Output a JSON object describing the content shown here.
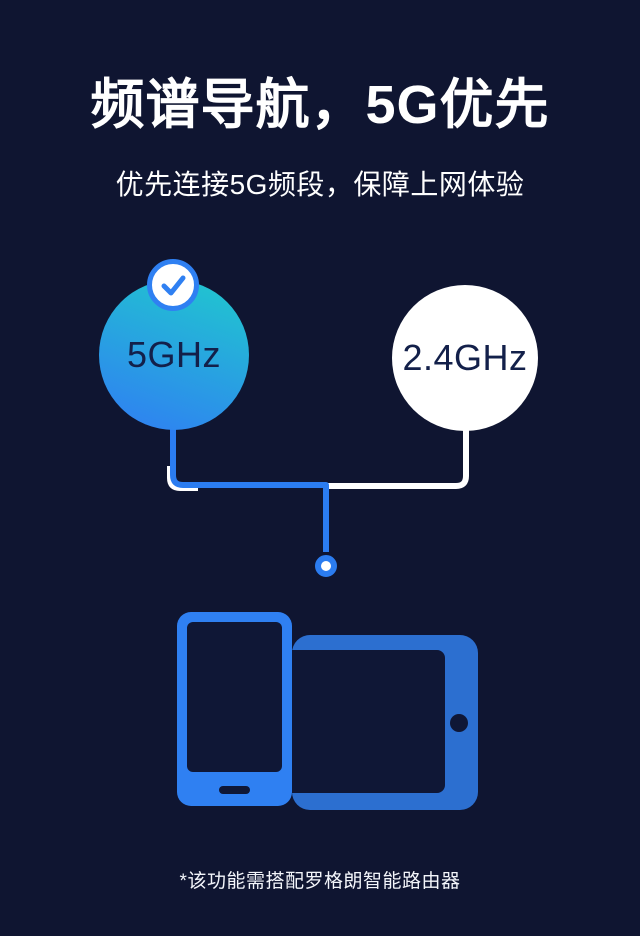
{
  "header": {
    "title": "频谱导航，5G优先",
    "subtitle": "优先连接5G频段，保障上网体验"
  },
  "diagram": {
    "selected_band": {
      "label": "5GHz",
      "selected": true,
      "badge_icon": "check-icon",
      "gradient_top": "#20C8CE",
      "gradient_bottom": "#2F80F2",
      "text_color": "#13204A"
    },
    "alt_band": {
      "label": "2.4GHz",
      "selected": false,
      "bg_color": "#FFFFFF",
      "text_color": "#13204A"
    },
    "connector": {
      "selected_line_color": "#2B7CF0",
      "alt_line_color": "#FFFFFF",
      "endpoint_dot": "blue-ring-white-center"
    }
  },
  "devices": {
    "phone_color": "#2F80F2",
    "tablet_color": "#2C6FD0",
    "screen_color": "#0F1736"
  },
  "footer": {
    "note": "*该功能需搭配罗格朗智能路由器"
  },
  "colors": {
    "background": "#0F1531",
    "accent_blue": "#2F80F2",
    "accent_teal": "#20C8CE",
    "text_light": "#FFFFFF",
    "text_dark": "#13204A"
  }
}
